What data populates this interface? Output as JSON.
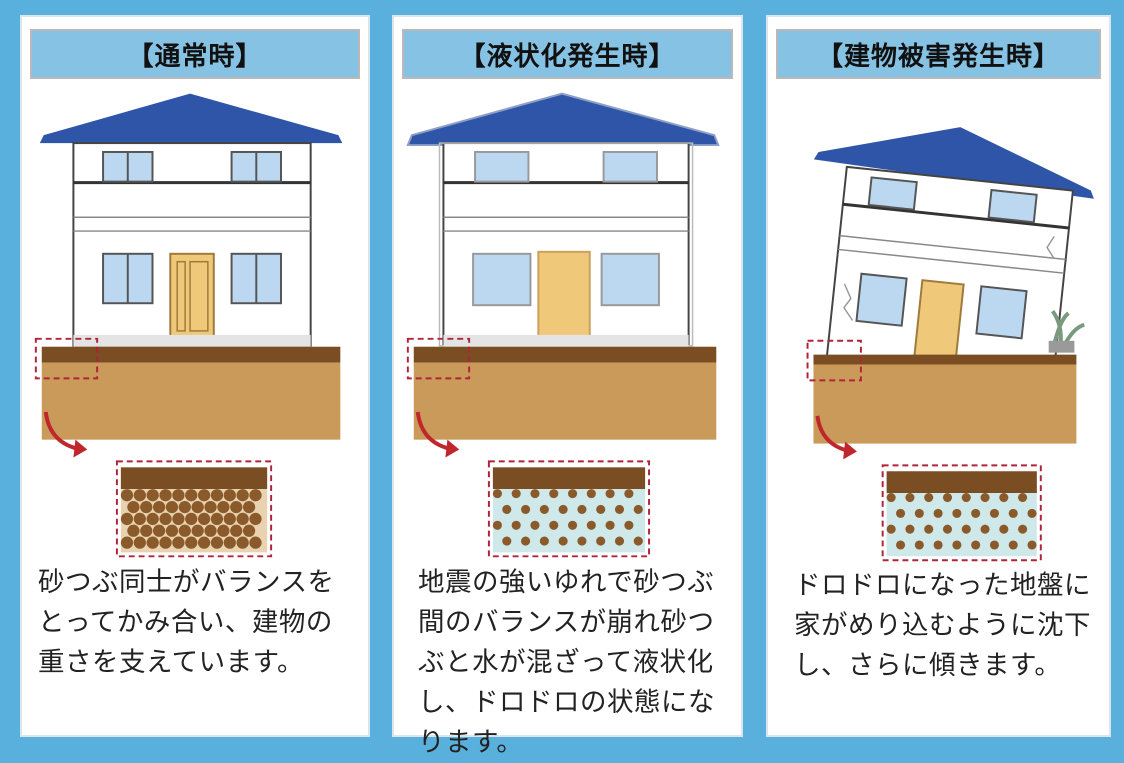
{
  "panels": [
    {
      "title": "【通常時】",
      "description": "砂つぶ同士がバランスをとってかみ合い、建物の重さを支えています。"
    },
    {
      "title": "【液状化発生時】",
      "description": "地震の強いゆれで砂つぶ間のバランスが崩れ砂つぶと水が混ざって液状化し、ドロドロの状態になります。"
    },
    {
      "title": "【建物被害発生時】",
      "description": "ドロドロになった地盤に家がめり込むように沈下し、さらに傾きます。"
    }
  ],
  "colors": {
    "background": "#5ab0dc",
    "title_bg": "#86c2e3",
    "roof": "#2f55a8",
    "soil": "#c99a5a",
    "topsoil": "#7a4d22",
    "water": "#cfe8ea",
    "sand_grain": "#8a5a2a",
    "door": "#f0c879",
    "dashed_box": "#b0243a",
    "arrow": "#c0272d"
  },
  "icons": [
    "house-normal-icon",
    "house-liquefaction-icon",
    "house-tilted-icon",
    "curved-arrow-icon",
    "soil-detail-icon"
  ]
}
